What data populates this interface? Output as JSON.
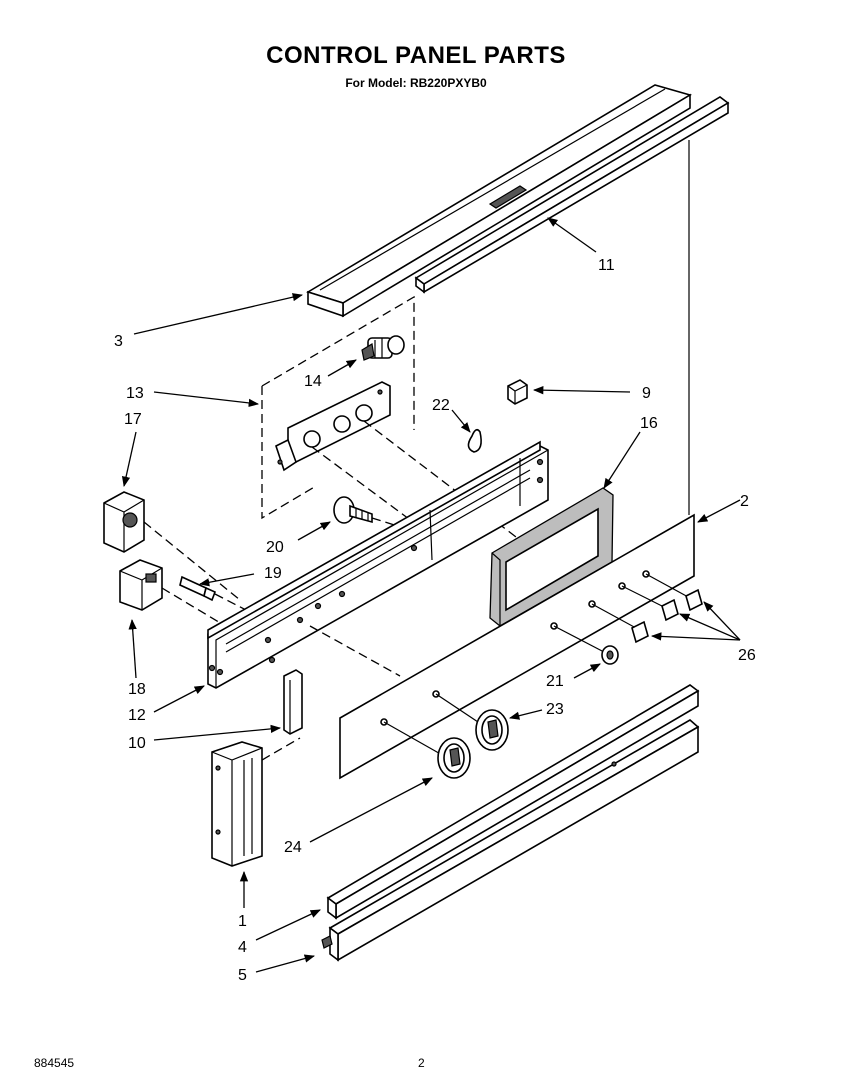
{
  "title": "CONTROL PANEL PARTS",
  "subtitle": "For Model: RB220PXYB0",
  "footer": {
    "doc_number": "884545",
    "page_number": "2"
  },
  "callouts": {
    "c1": "1",
    "c2": "2",
    "c3": "3",
    "c4": "4",
    "c5": "5",
    "c9": "9",
    "c10": "10",
    "c11": "11",
    "c12": "12",
    "c13": "13",
    "c14": "14",
    "c16": "16",
    "c17": "17",
    "c18": "18",
    "c19": "19",
    "c20": "20",
    "c21": "21",
    "c22": "22",
    "c23": "23",
    "c24": "24",
    "c26": "26"
  }
}
